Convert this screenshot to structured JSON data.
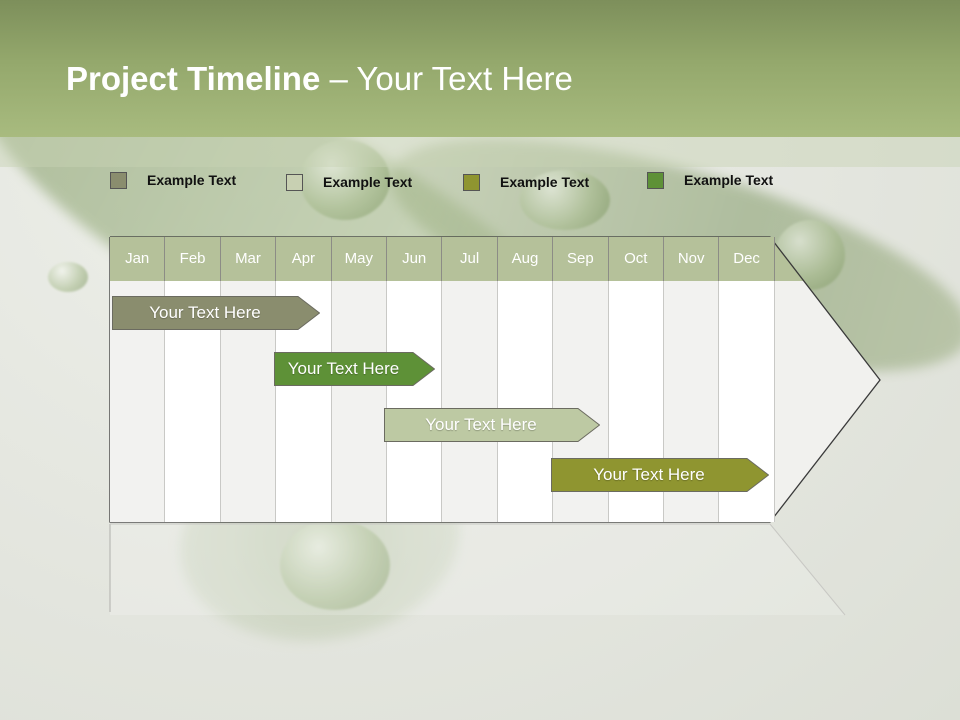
{
  "slide": {
    "title_bold": "Project Timeline",
    "title_rest": " – Your Text Here"
  },
  "legend": [
    {
      "label": "Example Text",
      "color": "#8a8d6e"
    },
    {
      "label": "Example Text",
      "color": "#c8d0b2"
    },
    {
      "label": "Example Text",
      "color": "#8f9530"
    },
    {
      "label": "Example Text",
      "color": "#5e9137"
    }
  ],
  "timeline": {
    "months": [
      "Jan",
      "Feb",
      "Mar",
      "Apr",
      "May",
      "Jun",
      "Jul",
      "Aug",
      "Sep",
      "Oct",
      "Nov",
      "Dec"
    ],
    "header_color": "#b5c19a",
    "tasks": [
      {
        "label": "Your  Text Here",
        "start_month": "Jan",
        "end_month": "Apr",
        "color": "#8a8d6e"
      },
      {
        "label": "Your  Text Here",
        "start_month": "Apr",
        "end_month": "Jun",
        "color": "#5e9137"
      },
      {
        "label": "Your  Text Here",
        "start_month": "Jun",
        "end_month": "Sep",
        "color": "#bdc9a3"
      },
      {
        "label": "Your  Text Here",
        "start_month": "Sep",
        "end_month": "Dec",
        "color": "#8f9530"
      }
    ]
  }
}
